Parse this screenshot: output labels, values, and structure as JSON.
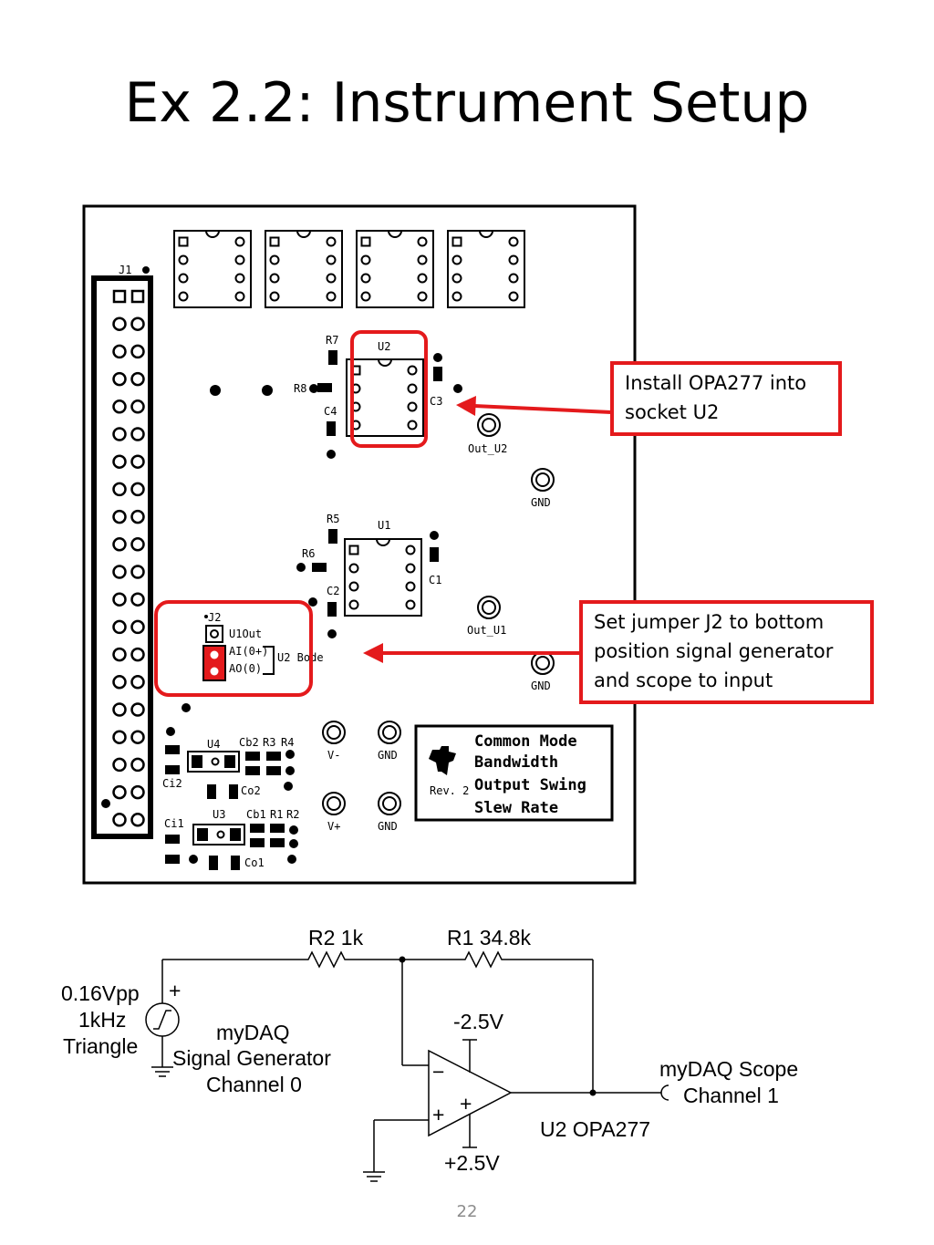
{
  "slide": {
    "title": "Ex 2.2: Instrument Setup",
    "page_number": "22"
  },
  "callouts": {
    "u2": "Install OPA277 into socket U2",
    "j2": "Set jumper J2 to bottom position signal generator and scope to input"
  },
  "board": {
    "labels": {
      "j1": "J1",
      "j2": "J2",
      "u1": "U1",
      "u2": "U2",
      "u3": "U3",
      "u4": "U4",
      "r1": "R1",
      "r2": "R2",
      "r3": "R3",
      "r4": "R4",
      "r5": "R5",
      "r6": "R6",
      "r7": "R7",
      "r8": "R8",
      "c1": "C1",
      "c2": "C2",
      "c3": "C3",
      "c4": "C4",
      "ci1": "Ci1",
      "ci2": "Ci2",
      "co1": "Co1",
      "co2": "Co2",
      "cb1": "Cb1",
      "cb2": "Cb2",
      "out_u1": "Out_U1",
      "out_u2": "Out_U2",
      "gnd": "GND",
      "v_minus": "V-",
      "v_plus": "V+",
      "u1out": "U1Out",
      "ai": "AI(0+)",
      "ao": "AO(0)",
      "u2_bode": "U2 Bode",
      "rev": "Rev. 2"
    },
    "features": [
      "Common Mode",
      "Bandwidth",
      "Output Swing",
      "Slew Rate"
    ]
  },
  "schematic": {
    "r2": "R2 1k",
    "r1": "R1 34.8k",
    "source_line1": "0.16Vpp",
    "source_line2": "1kHz",
    "source_line3": "Triangle",
    "gen_line1": "myDAQ",
    "gen_line2": "Signal Generator",
    "gen_line3": "Channel 0",
    "neg_supply": "-2.5V",
    "pos_supply": "+2.5V",
    "opamp": "U2 OPA277",
    "scope_line1": "myDAQ Scope",
    "scope_line2": "Channel 1",
    "plus": "+",
    "minus": "−"
  },
  "colors": {
    "highlight": "#e41a1c",
    "ink": "#000000"
  }
}
